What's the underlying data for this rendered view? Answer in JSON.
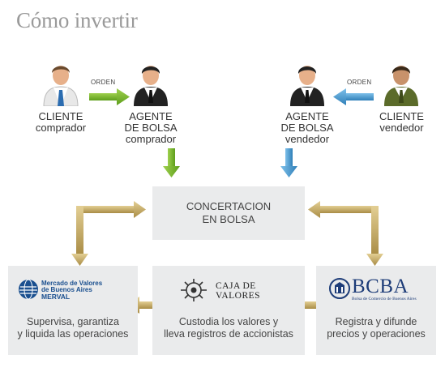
{
  "title": "Cómo invertir",
  "orden_label": "ORDEN",
  "actors": {
    "client_buyer": [
      "CLIENTE",
      "comprador"
    ],
    "agent_buyer": [
      "AGENTE",
      "DE BOLSA",
      "comprador"
    ],
    "agent_seller": [
      "AGENTE",
      "DE BOLSA",
      "vendedor"
    ],
    "client_seller": [
      "CLIENTE",
      "vendedor"
    ]
  },
  "center": [
    "CONCERTACION",
    "EN BOLSA"
  ],
  "panels": {
    "merval": {
      "logo": [
        "Mercado de Valores",
        "de Buenos Aires",
        "MERVAL"
      ],
      "text": [
        "Supervisa, garantiza",
        "y liquida las operaciones"
      ]
    },
    "caja": {
      "logo": [
        "CAJA DE",
        "VALORES"
      ],
      "text": [
        "Custodia los valores y",
        "lleva registros de accionistas"
      ]
    },
    "bcba": {
      "logo": [
        "BCBA",
        "Bolsa de Comercio de Buenos Aires"
      ],
      "text": [
        "Registra y difunde",
        "precios y operaciones"
      ]
    }
  },
  "colors": {
    "green_arrow": "#78b82a",
    "blue_arrow": "#3d8fc7",
    "gold_arrow": "#bfa562",
    "box_bg": "#eaebec",
    "merval_blue": "#1a4f8f",
    "bcba_blue": "#1d3c78",
    "client_buyer_tie": "#2b6cb0",
    "client_seller_suit": "#5b6b2a"
  }
}
